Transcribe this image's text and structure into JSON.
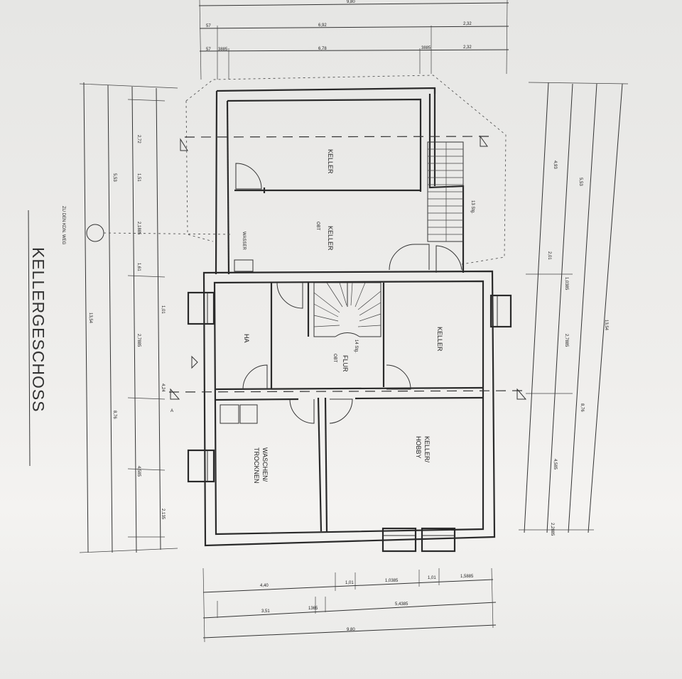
{
  "title": "KELLERGESCHOSS",
  "rooms": {
    "keller_top": "KELLER",
    "keller_mid": "KELLER",
    "keller_mid_area": "OBT",
    "keller_right": "KELLER",
    "ha": "HA",
    "flur": "FLUR",
    "flur_area": "OBT",
    "waschen_line1": "WASCHEN/",
    "waschen_line2": "TROCKNEN",
    "hobby_line1": "KELLER/",
    "hobby_line2": "HOBBY"
  },
  "labels": {
    "wasser": "WASSER",
    "ks_note": "ZU DEN KDN. WEG",
    "section_a": "A",
    "stair_top": "13 Stg.",
    "stair_mid": "14 Stg."
  },
  "dimensions": {
    "top_total": "9,80",
    "top_row1": [
      "57",
      "6,92",
      "2,32"
    ],
    "top_row2": [
      "57",
      "3885",
      "6,78",
      "3885",
      "2,32"
    ],
    "bottom_row1": [
      "4,40",
      "1,01",
      "1,0385",
      "1,01",
      "1,5885"
    ],
    "bottom_row2": [
      "3,51",
      "1365",
      "5,4385"
    ],
    "bottom_total": "9,80",
    "left_outer": "13,54",
    "left_total": "5,53",
    "left_lower": "8,76",
    "left_segments": [
      "2,72",
      "1,51",
      "2,1885",
      "1,61",
      "2,7885",
      "4,24",
      "1,01",
      "4,585",
      "2,135"
    ],
    "right_outer": "13,54",
    "right_total": "5,53",
    "right_mid": "4,93",
    "right_lower": "8,76",
    "right_segments": [
      "2,01",
      "4,585",
      "2,7885",
      "1,0385",
      "2,2885"
    ]
  },
  "colors": {
    "paper": "#efeeec",
    "ink": "#2a2a2a"
  }
}
